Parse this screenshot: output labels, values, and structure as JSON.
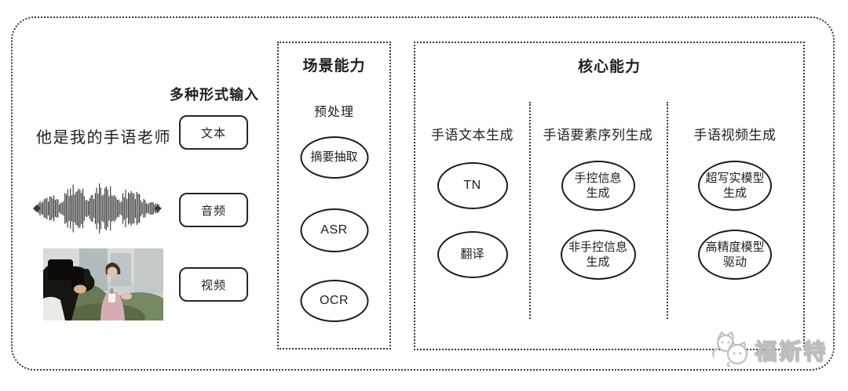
{
  "colors": {
    "ink": "#1f1f1f",
    "border_dotted": "#3a3a3a",
    "watermark_gray": "#c0c0c0",
    "photo_pink": "#d9abb5",
    "photo_green": "#64754f"
  },
  "input": {
    "heading": "多种形式输入",
    "sample_text": "他是我的手语老师",
    "modes": [
      {
        "label": "文本"
      },
      {
        "label": "音频"
      },
      {
        "label": "视频"
      }
    ]
  },
  "scene": {
    "title": "场景能力",
    "stage_label": "预处理",
    "nodes": [
      {
        "label": "摘要抽取"
      },
      {
        "label": "ASR"
      },
      {
        "label": "OCR"
      }
    ]
  },
  "core": {
    "title": "核心能力",
    "columns": [
      {
        "header": "手语文本生成",
        "nodes": [
          {
            "label": "TN"
          },
          {
            "label": "翻译"
          }
        ]
      },
      {
        "header": "手语要素序列生成",
        "nodes": [
          {
            "label": "手控信息\n生成"
          },
          {
            "label": "非手控信息\n生成"
          }
        ]
      },
      {
        "header": "手语视频生成",
        "nodes": [
          {
            "label": "超写实模型\n生成"
          },
          {
            "label": "高精度模型\n驱动"
          }
        ]
      }
    ]
  },
  "watermark": {
    "brand": "福斯特"
  }
}
